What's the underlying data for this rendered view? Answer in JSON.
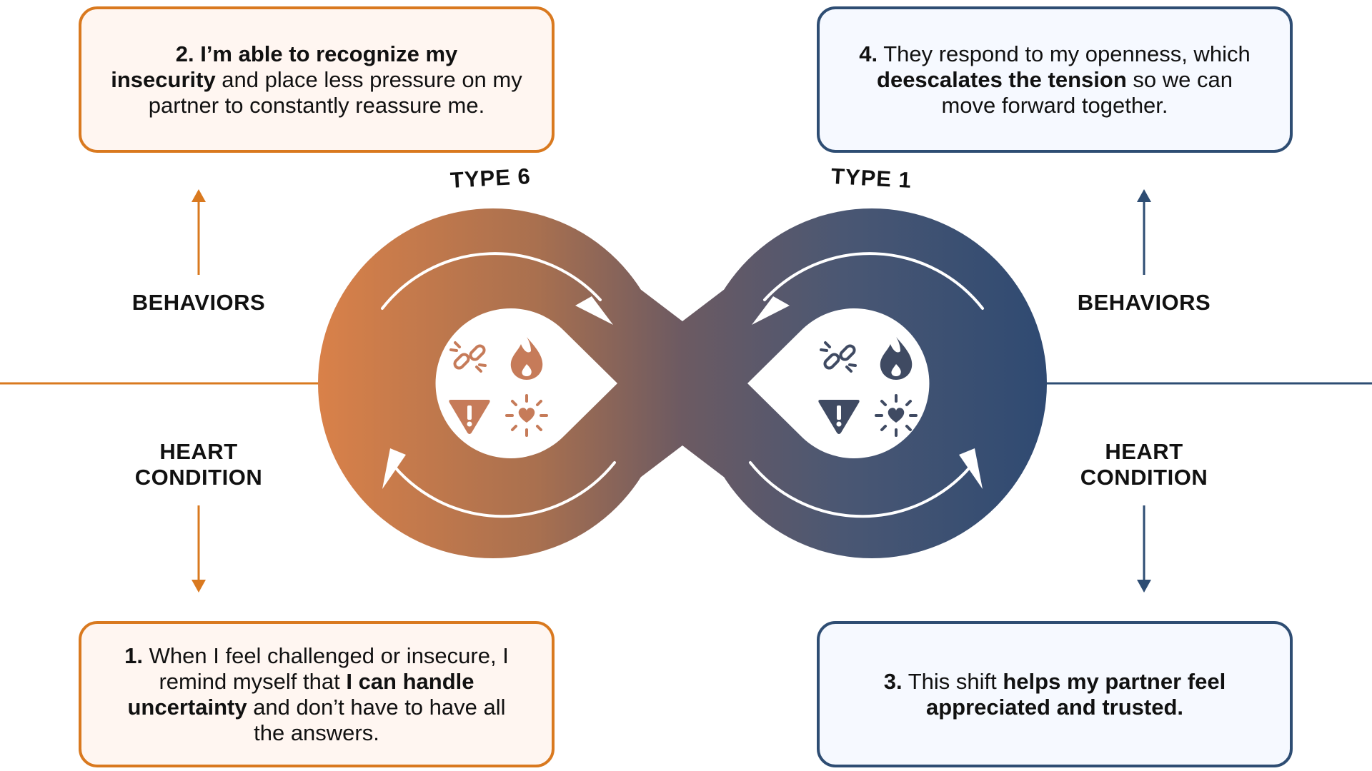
{
  "colors": {
    "orange": "#D9791F",
    "orange_dark": "#D5804C",
    "navy": "#2E4D73",
    "navy_dark": "#34496E",
    "icon_orange": "#C67B59",
    "icon_navy": "#3F4A62"
  },
  "type_left": "TYPE 6",
  "type_right": "TYPE 1",
  "left": {
    "behaviors": "BEHAVIORS",
    "heart_line1": "HEART",
    "heart_line2": "CONDITION"
  },
  "right": {
    "behaviors": "BEHAVIORS",
    "heart_line1": "HEART",
    "heart_line2": "CONDITION"
  },
  "box2": {
    "num": "2. I’m able to recognize my",
    "bold": "insecurity",
    "rest": " and place less pressure on my partner to constantly reassure me."
  },
  "box4": {
    "num": "4.",
    "pre": " They respond to my openness, which ",
    "bold": "deescalates the tension",
    "post": " so we can move forward together."
  },
  "box1": {
    "num": "1.",
    "pre": " When I feel challenged or insecure, I remind myself that ",
    "bold": "I can handle uncertainty",
    "post": " and don’t have to have all the answers."
  },
  "box3": {
    "num": "3.",
    "pre": " This shift ",
    "bold": "helps my partner feel appreciated and trusted."
  },
  "icons": [
    "broken-link-icon",
    "flame-icon",
    "warning-icon",
    "heart-burst-icon"
  ]
}
